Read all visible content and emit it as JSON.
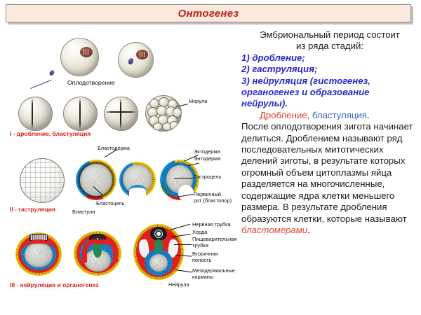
{
  "title": "Онтогенез",
  "colors": {
    "title_text": "#c0201c",
    "title_bg": "#fdeade",
    "stage_label": "#d8201c",
    "blue_italic": "#2727c8",
    "red_italic": "#e0463a",
    "ectoderm": "#f2c20a",
    "mesoderm": "#e01f1f",
    "endoderm": "#1a8fd6",
    "blastopore": "#1f8a52"
  },
  "diagram": {
    "stages": [
      {
        "id": "fertilization",
        "label": "Оплодотворение"
      },
      {
        "id": "cleavage",
        "label": "I - дробление, бластуляция"
      },
      {
        "id": "gastrulation",
        "label": "II - гаструляция"
      },
      {
        "id": "neurulation",
        "label": "III - нейруляция и органогенез"
      }
    ],
    "callouts": [
      {
        "id": "morula",
        "label": "Морула"
      },
      {
        "id": "blastoderm",
        "label": "Бластодерма"
      },
      {
        "id": "blastocoel",
        "label": "Бластоцель"
      },
      {
        "id": "blastula",
        "label": "Бластула"
      },
      {
        "id": "ectoderm",
        "label": "Эктодерма"
      },
      {
        "id": "endoderm",
        "label": "Энтодерма"
      },
      {
        "id": "gastrocoel",
        "label": "Гастроцель"
      },
      {
        "id": "blastopore",
        "label": "Первичный\nрот (бластопор)"
      },
      {
        "id": "blastopore-line1",
        "label": "Первичный"
      },
      {
        "id": "blastopore-line2",
        "label": "рот (бластопор)"
      },
      {
        "id": "neural-tube",
        "label": "Нервная трубка"
      },
      {
        "id": "notochord",
        "label": "Хорда"
      },
      {
        "id": "digestive-tube",
        "label": "Пищеварительная\nтрубка"
      },
      {
        "id": "digestive-line1",
        "label": "Пищеварительная"
      },
      {
        "id": "digestive-line2",
        "label": "трубка"
      },
      {
        "id": "secondary-cavity-line1",
        "label": "Вторичная"
      },
      {
        "id": "secondary-cavity-line2",
        "label": "полость"
      },
      {
        "id": "mesoderm-pockets-line1",
        "label": "Мезодермальные"
      },
      {
        "id": "mesoderm-pockets-line2",
        "label": "карманы"
      },
      {
        "id": "neurula",
        "label": "Нейрула"
      }
    ]
  },
  "text": {
    "intro_line1": "Эмбриональный период состоит",
    "intro_line2": "из ряда стадий:",
    "stage_list": [
      "1) дробление;",
      "2) гаструляция;",
      "3) нейруляция (гистогенез,",
      "органогенез и образование",
      "нейрулы)."
    ],
    "subhead_red": "Дробление,",
    "subhead_blue": "бластуляция",
    "subhead_dot": ".",
    "body_before": "После оплодотворения зигота начинает делиться. Дроблением называют ряд последовательных митотических делений зиготы, в результате которых огромный объем цитоплазмы яйца разделяется на многочисленные, содержащие ядра клетки меньшего размера. В результате дробления образуются клетки, которые называют ",
    "body_term": "бластомерами",
    "body_after": "."
  }
}
